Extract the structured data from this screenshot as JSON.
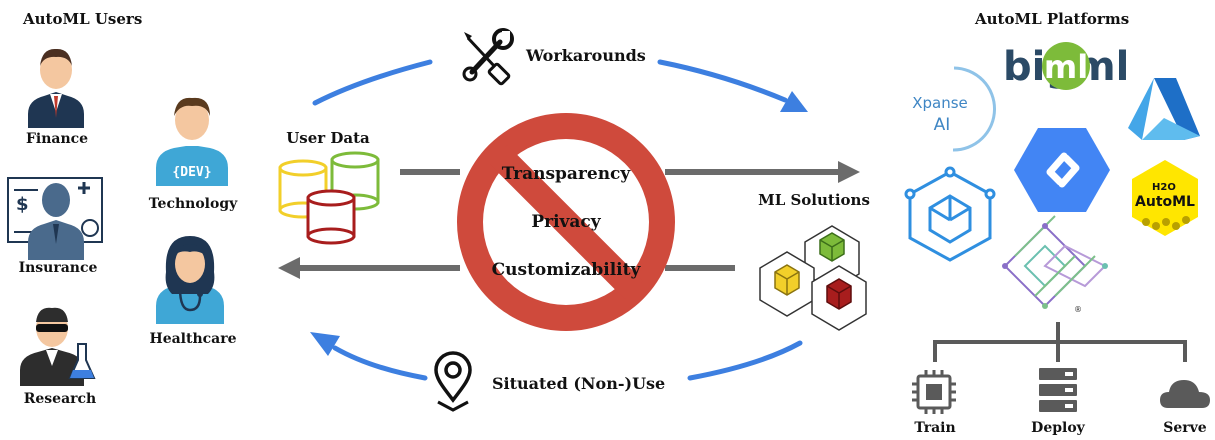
{
  "users": {
    "title": "AutoML Users",
    "finance": "Finance",
    "insurance": "Insurance",
    "research": "Research",
    "technology": "Technology",
    "healthcare": "Healthcare",
    "dev_badge": "{DEV}"
  },
  "platforms": {
    "title": "AutoML Platforms",
    "bigml": "bigml",
    "xpanse_top": "Xpanse",
    "xpanse_bottom": "AI",
    "h2o_top": "H2O",
    "h2o_bottom": "AutoML",
    "registered": "®"
  },
  "flow": {
    "user_data": "User Data",
    "ml_solutions": "ML Solutions",
    "workarounds": "Workarounds",
    "situated": "Situated (Non-)Use"
  },
  "barriers": {
    "transparency": "Transparency",
    "privacy": "Privacy",
    "customizability": "Customizability"
  },
  "steps": {
    "train": "Train",
    "deploy": "Deploy",
    "serve": "Serve"
  },
  "colors": {
    "arrow_blue": "#3d7fe0",
    "arrow_gray": "#6b6b6b",
    "prohibit_red": "#cf4a3c",
    "navy": "#1f3652",
    "cyl_yellow": "#f2cf2a",
    "cyl_green": "#7dbb3a",
    "cyl_red": "#a81d1d"
  }
}
